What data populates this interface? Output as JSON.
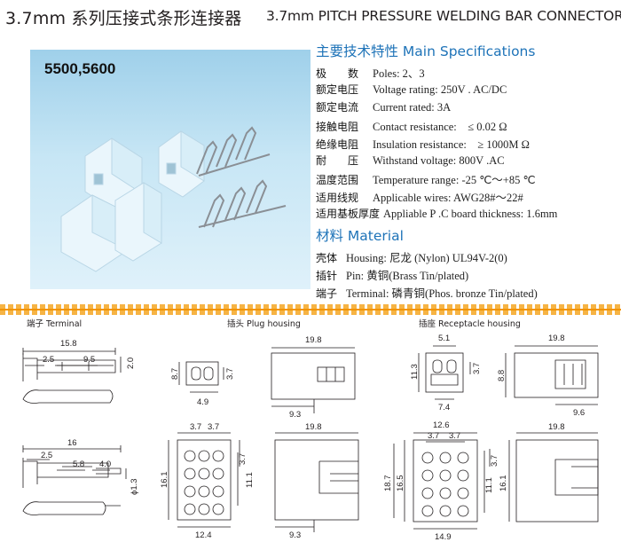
{
  "header": {
    "title_cn": "3.7mm 系列压接式条形连接器",
    "title_en": "3.7mm PITCH PRESSURE WELDING BAR CONNECTOR"
  },
  "photo": {
    "label": "5500,5600"
  },
  "specs": {
    "title": "主要技术特性 Main Specifications",
    "rows": [
      {
        "label": "极　　数",
        "value": "Poles: 2、3"
      },
      {
        "label": "额定电压",
        "value": "Voltage rating: 250V . AC/DC"
      },
      {
        "label": "额定电流",
        "value": "Current rated: 3A"
      },
      {
        "label": "接触电阻",
        "value": "Contact resistance:　≤ 0.02 Ω"
      },
      {
        "label": "绝缘电阻",
        "value": "Insulation resistance:　≥ 1000M Ω"
      },
      {
        "label": "耐　　压",
        "value": "Withstand voltage: 800V .AC"
      },
      {
        "label": "温度范围",
        "value": "Temperature range: -25 ℃～+85 ℃"
      },
      {
        "label": "适用线规",
        "value": "Applicable wires: AWG28#～22#"
      },
      {
        "label": "适用基板厚度",
        "value": "Appliable P .C board thickness: 1.6mm"
      }
    ]
  },
  "material": {
    "title": "材料 Material",
    "rows": [
      {
        "label": "壳体",
        "value": "Housing: 尼龙 (Nylon) UL94V-2(0)"
      },
      {
        "label": "插针",
        "value": "Pin: 黄铜(Brass Tin/plated)"
      },
      {
        "label": "端子",
        "value": "Terminal: 磷青铜(Phos. bronze Tin/plated)"
      }
    ]
  },
  "drawings": {
    "terminal_label": "端子 Terminal",
    "plug_label": "插头 Plug housing",
    "receptacle_label": "插座 Receptacle housing",
    "dims": {
      "t_158": "15.8",
      "t_25a": "2.5",
      "t_95": "9.5",
      "t_20": "2.0",
      "t_16": "16",
      "t_25b": "2.5",
      "t_58": "5.8",
      "t_40": "4.0",
      "t_13": "ϕ1.3",
      "p_87": "8.7",
      "p_37a": "3.7",
      "p_49": "4.9",
      "p_198a": "19.8",
      "p_93a": "9.3",
      "p_37b": "3.7",
      "p_37c": "3.7",
      "p_161": "16.1",
      "p_37d": "3.7",
      "p_111": "11.1",
      "p_124": "12.4",
      "p_198b": "19.8",
      "p_93b": "9.3",
      "r_51": "5.1",
      "r_113": "11.3",
      "r_37a": "3.7",
      "r_74": "7.4",
      "r_198a": "19.8",
      "r_88": "8.8",
      "r_96": "9.6",
      "r_126": "12.6",
      "r_37b": "3.7",
      "r_37c": "3.7",
      "r_165": "16.5",
      "r_187": "18.7",
      "r_37d": "3.7",
      "r_111": "11.1",
      "r_149": "14.9",
      "r_198b": "19.8",
      "r_161": "16.1"
    }
  },
  "colors": {
    "accent": "#1e73b8",
    "divider": "#f29400",
    "photo_bg": "#b9dff2"
  }
}
